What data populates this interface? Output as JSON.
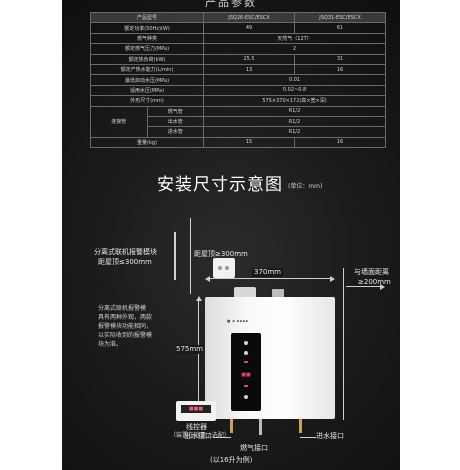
{
  "spec_table": {
    "title": "产品参数",
    "header": [
      "产品型号",
      "JSQ26-ESC/ESCX",
      "JSQ31-ESC/ESCX"
    ],
    "rows": [
      {
        "label": "额定功率(50Hz)(W)",
        "v1": "49",
        "v2": "61",
        "span": false
      },
      {
        "label": "燃气种类",
        "v1": "天然气（12T）",
        "span": true
      },
      {
        "label": "额定燃气压力(MPa)",
        "v1": "2",
        "span": true
      },
      {
        "label": "额定热负荷(kW)",
        "v1": "25.5",
        "v2": "31",
        "span": false
      },
      {
        "label": "额定产热水能力(L/min)",
        "v1": "13",
        "v2": "16",
        "span": false
      },
      {
        "label": "最低启动水压(MPa)",
        "v1": "0.01",
        "span": true
      },
      {
        "label": "适用水压(MPa)",
        "v1": "0.02~0.8",
        "span": true
      },
      {
        "label": "外形尺寸(mm)",
        "v1": "575×370×172(高×宽×深)",
        "span": true
      },
      {
        "group": "连接管",
        "label": "燃气管",
        "v1": "R1/2",
        "span": true
      },
      {
        "group": "",
        "label": "出水管",
        "v1": "R1/2",
        "span": true
      },
      {
        "group": "",
        "label": "进水管",
        "v1": "R1/2",
        "span": true
      },
      {
        "label": "重量(kg)",
        "v1": "15",
        "v2": "16",
        "span": false
      }
    ]
  },
  "diagram": {
    "title": "安装尺寸示意图",
    "unit": "(单位：mm)",
    "alarm_label_1": "分离式联机报警模块",
    "alarm_label_2": "距屋顶≤300mm",
    "ceiling_label": "距屋顶≥300mm",
    "width_label": "370mm",
    "wall_label_1": "与墙面距离",
    "wall_label_2": "≥200mm",
    "height_label": "575mm",
    "note_lines": [
      "分离式联机报警模",
      "具有两种外观，两款",
      "报警模块功能相同，",
      "以实际收到的报警模",
      "块为准。"
    ],
    "controller_label_1": "线控器",
    "controller_label_2": "（装置在浴室 / 选配）",
    "outlet_label": "出水接口",
    "gas_label": "燃气接口",
    "inlet_label": "进水接口",
    "footer": "(以16升为例)"
  },
  "colors": {
    "background": "#111111",
    "panel": "#0a0a0a",
    "accent": "#e0426a"
  }
}
